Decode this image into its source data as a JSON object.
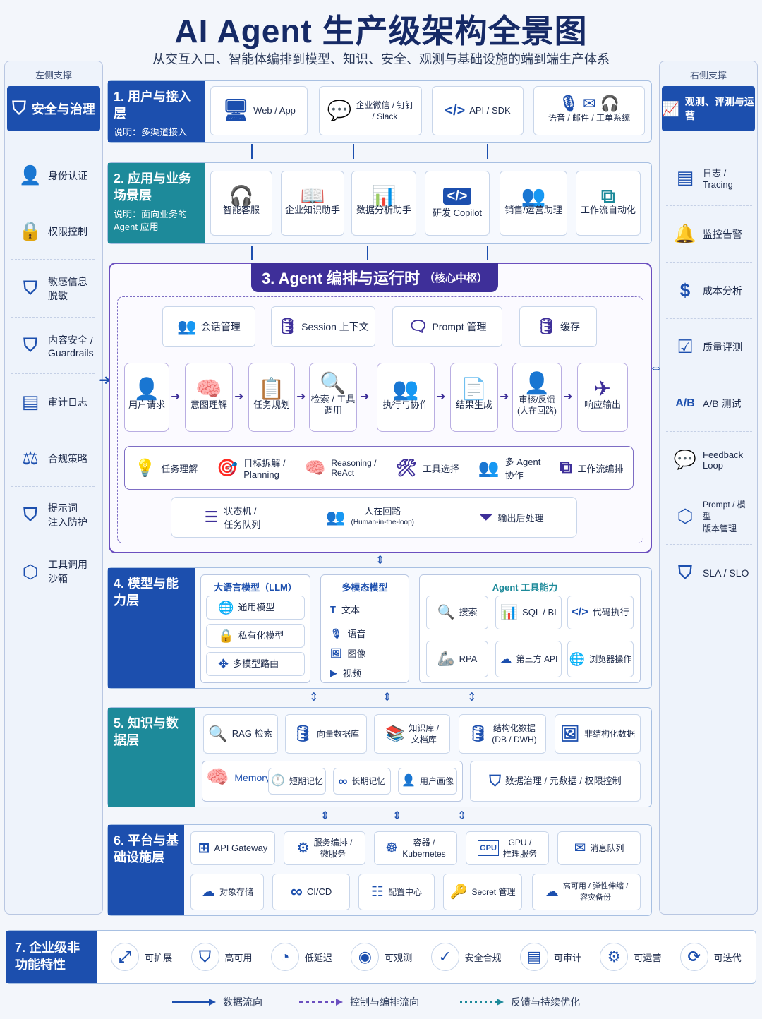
{
  "title": "AI Agent 生产级架构全景图",
  "subtitle": "从交互入口、智能体编排到模型、知识、安全、观测与基础设施的端到端生产体系",
  "left": {
    "caption": "左侧支撑",
    "header": "安全与治理",
    "items": [
      "身份认证",
      "权限控制",
      "敏感信息\n脱敏",
      "内容安全 /\nGuardrails",
      "审计日志",
      "合规策略",
      "提示词\n注入防护",
      "工具调用\n沙箱"
    ]
  },
  "right": {
    "caption": "右侧支撑",
    "header": "观测、评测与运营",
    "items": [
      "日志 / Tracing",
      "监控告警",
      "成本分析",
      "质量评测",
      "A/B 测试",
      "Feedback\nLoop",
      "Prompt / 模型\n版本管理",
      "SLA / SLO"
    ]
  },
  "layer1": {
    "title": "1. 用户与接入层",
    "note": "说明：多渠道接入",
    "items": [
      "Web / App",
      "企业微信 / 钉钉\n/ Slack",
      "API / SDK",
      "语音 / 邮件 / 工单系统"
    ]
  },
  "layer2": {
    "title": "2. 应用与业务场景层",
    "note": "说明：面向业务的 Agent 应用",
    "items": [
      "智能客服",
      "企业知识助手",
      "数据分析助手",
      "研发 Copilot",
      "销售/运营助理",
      "工作流自动化"
    ]
  },
  "layer3": {
    "title": "3. Agent 编排与运行时",
    "title_note": "（核心中枢）",
    "top": [
      "会话管理",
      "Session 上下文",
      "Prompt 管理",
      "缓存"
    ],
    "flow": [
      "用户请求",
      "意图理解",
      "任务规划",
      "检索 / 工具\n调用",
      "执行与协作",
      "结果生成",
      "审核/反馈\n(人在回路)",
      "响应输出"
    ],
    "capabilities": [
      "任务理解",
      "目标拆解 /\nPlanning",
      "Reasoning /\nReAct",
      "工具选择",
      "多 Agent\n协作",
      "工作流编排"
    ],
    "bottom": [
      "状态机 /\n任务队列",
      "人在回路",
      "(Human-in-the-loop)",
      "输出后处理"
    ]
  },
  "layer4": {
    "title": "4. 模型与能力层",
    "llm_title": "大语言模型（LLM）",
    "llm": [
      "通用模型",
      "私有化模型",
      "多模型路由"
    ],
    "mm_title": "多模态模型",
    "mm": [
      "文本",
      "语音",
      "图像",
      "视频"
    ],
    "tools_title": "Agent 工具能力",
    "tools": [
      "搜索",
      "SQL / BI",
      "代码执行",
      "RPA",
      "第三方 API",
      "浏览器操作"
    ]
  },
  "layer5": {
    "title": "5. 知识与数据层",
    "row1": [
      "RAG 检索",
      "向量数据库",
      "知识库 /\n文档库",
      "结构化数据\n(DB / DWH)",
      "非结构化数据"
    ],
    "memory": "Memory",
    "row2": [
      "短期记忆",
      "长期记忆",
      "用户画像"
    ],
    "governance": "数据治理 / 元数据 / 权限控制"
  },
  "layer6": {
    "title": "6. 平台与基础设施层",
    "row1": [
      "API Gateway",
      "服务编排 /\n微服务",
      "容器 /\nKubernetes",
      "GPU /\n推理服务",
      "消息队列"
    ],
    "row2": [
      "对象存储",
      "CI/CD",
      "配置中心",
      "Secret 管理",
      "高可用 / 弹性伸缩 /\n容灾备份"
    ]
  },
  "layer7": {
    "title": "7. 企业级非功能特性",
    "items": [
      "可扩展",
      "高可用",
      "低延迟",
      "可观测",
      "安全合规",
      "可审计",
      "可运营",
      "可迭代"
    ]
  },
  "legend": [
    "数据流向",
    "控制与编排流向",
    "反馈与持续优化"
  ],
  "colors": {
    "primary": "#1c4fae",
    "teal": "#1d8a9a",
    "purple": "#3e2f99"
  }
}
